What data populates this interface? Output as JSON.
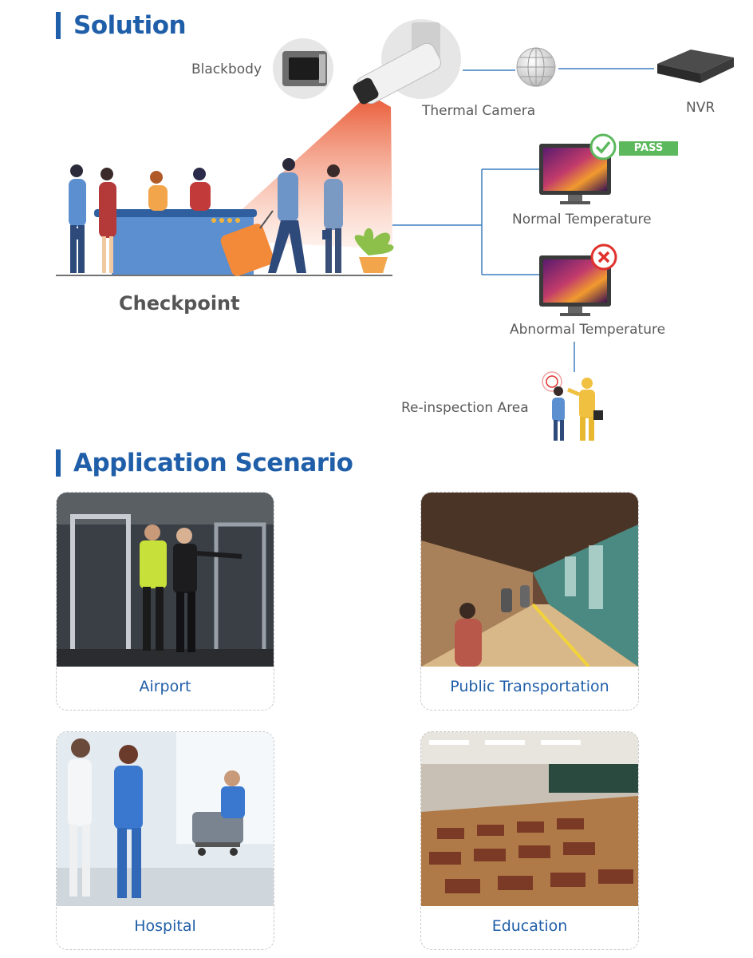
{
  "solution": {
    "heading": "Solution",
    "blackbody_label": "Blackbody",
    "camera_label": "Thermal Camera",
    "nvr_label": "NVR",
    "checkpoint_label": "Checkpoint",
    "normal_label": "Normal Temperature",
    "pass_badge": "PASS",
    "abnormal_label": "Abnormal Temperature",
    "reinspection_label": "Re-inspection Area"
  },
  "scenarios": {
    "heading": "Application Scenario",
    "items": [
      {
        "label": "Airport"
      },
      {
        "label": "Public Transportation"
      },
      {
        "label": "Hospital"
      },
      {
        "label": "Education"
      }
    ]
  },
  "colors": {
    "brand_blue": "#1f5ea8",
    "line_blue": "#3d7fc1",
    "pass_green": "#5cb85c",
    "fail_red": "#e0312c",
    "beam_orange": "#ef6a3a"
  }
}
